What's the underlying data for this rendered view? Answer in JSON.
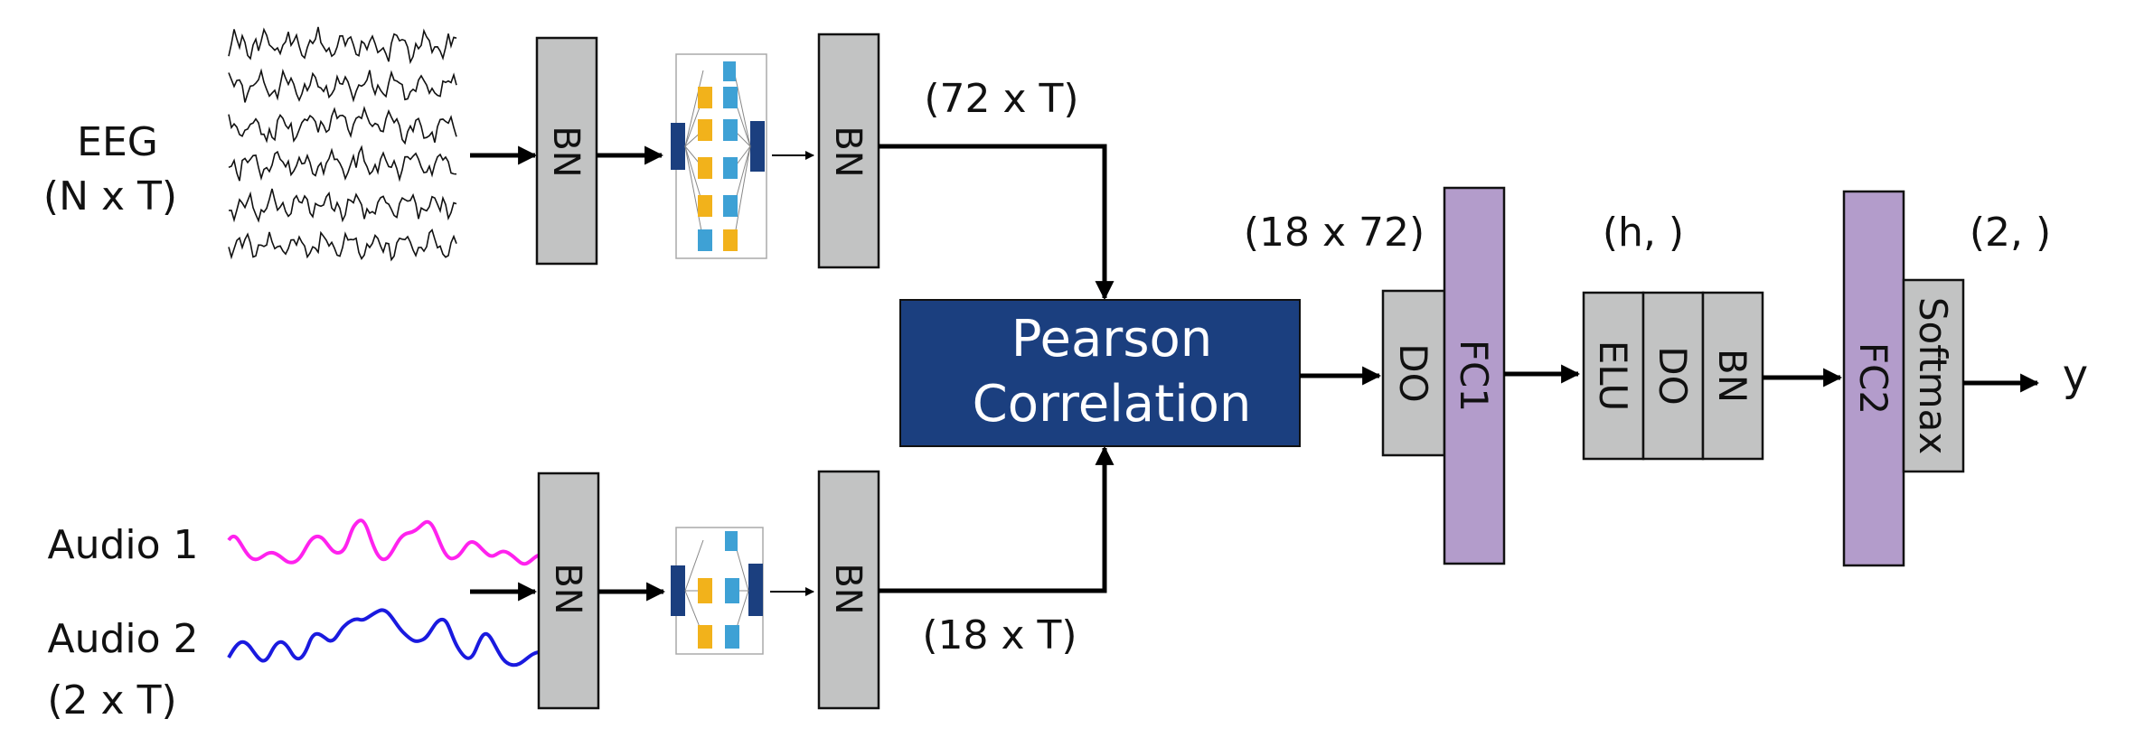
{
  "inputs": {
    "eeg_label": "EEG",
    "eeg_shape": "(N x T)",
    "audio1_label": "Audio 1",
    "audio2_label": "Audio 2",
    "audio_shape": "(2 x T)"
  },
  "blocks": {
    "bn": "BN",
    "pearson_line1": "Pearson",
    "pearson_line2": "Correlation",
    "do": "DO",
    "fc1": "FC1",
    "elu": "ELU",
    "fc2": "FC2",
    "softmax": "Softmax"
  },
  "shapes": {
    "eeg_out": "(72 x T)",
    "audio_out": "(18 x T)",
    "corr_out": "(18 x 72)",
    "hidden": "(h, )",
    "final": "(2, )"
  },
  "output_label": "y",
  "colors": {
    "block_gray": "#c2c3c3",
    "block_purple": "#b39ccb",
    "pearson_navy": "#1b3f7f",
    "audio1_magenta": "#ff22ee",
    "audio2_blue": "#1a1adf",
    "inception_yellow": "#f2b21b",
    "inception_blue": "#3ea1d5",
    "inception_navy": "#1b3f7f"
  }
}
